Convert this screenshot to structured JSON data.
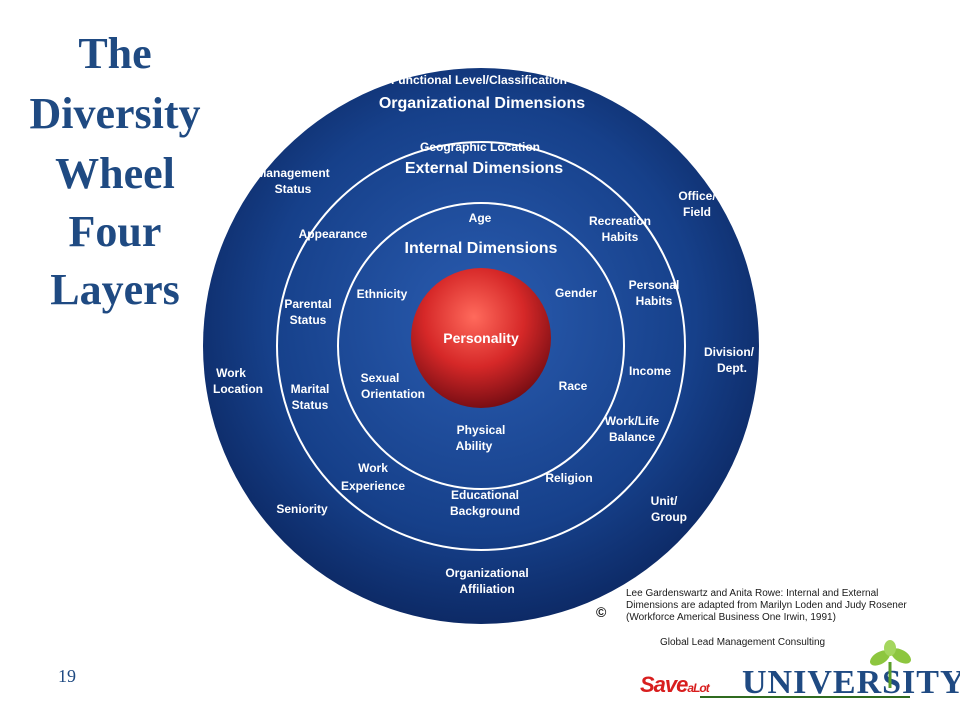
{
  "title": [
    "The",
    "Diversity",
    "Wheel",
    "Four",
    "Layers"
  ],
  "core": {
    "label": "Personality"
  },
  "internal": {
    "heading": "Internal Dimensions",
    "items": {
      "age": "Age",
      "ethnicity": "Ethnicity",
      "gender": "Gender",
      "sexual_orientation": [
        "Sexual",
        "Orientation"
      ],
      "race": "Race",
      "physical_ability": [
        "Physical",
        "Ability"
      ]
    }
  },
  "external": {
    "heading": "External Dimensions",
    "items": {
      "geographic_location": "Geographic Location",
      "appearance": "Appearance",
      "recreation_habits": [
        "Recreation",
        "Habits"
      ],
      "personal_habits": [
        "Personal",
        "Habits"
      ],
      "parental_status": [
        "Parental",
        "Status"
      ],
      "income": "Income",
      "marital_status": [
        "Marital",
        "Status"
      ],
      "work_life_balance": [
        "Work/Life",
        "Balance"
      ],
      "religion": "Religion",
      "work_experience": [
        "Work",
        "Experience"
      ],
      "educational_background": [
        "Educational",
        "Background"
      ]
    }
  },
  "organizational": {
    "heading": "Organizational Dimensions",
    "items": {
      "functional_level": "Functional Level/Classification",
      "management_status": [
        "Management",
        "Status"
      ],
      "office_field": [
        "Office/",
        "Field"
      ],
      "division_dept": [
        "Division/",
        "Dept."
      ],
      "work_location": [
        "Work",
        "Location"
      ],
      "seniority": "Seniority",
      "unit_group": [
        "Unit/",
        "Group"
      ],
      "organizational_affiliation": [
        "Organizational",
        "Affiliation"
      ]
    }
  },
  "credit": {
    "symbol": "©",
    "lines": [
      "Lee Gardenswartz and Anita Rowe: Internal and External",
      "Dimensions are adapted from Marilyn Loden and Judy Rosener",
      "(Workforce Americal Business One Irwin, 1991)"
    ],
    "consulting": "Global Lead Management Consulting"
  },
  "page_number": "19",
  "logos": {
    "save_a_lot": "Save",
    "save_a_lot_sub": "aLot",
    "university": "UNIVERSITY"
  },
  "colors": {
    "title": "#1f4a82",
    "wheel_dark": "#0d2a66",
    "wheel_light": "#2a5cb0",
    "core_red": "#d62828",
    "leaf_green": "#8dc63f"
  }
}
